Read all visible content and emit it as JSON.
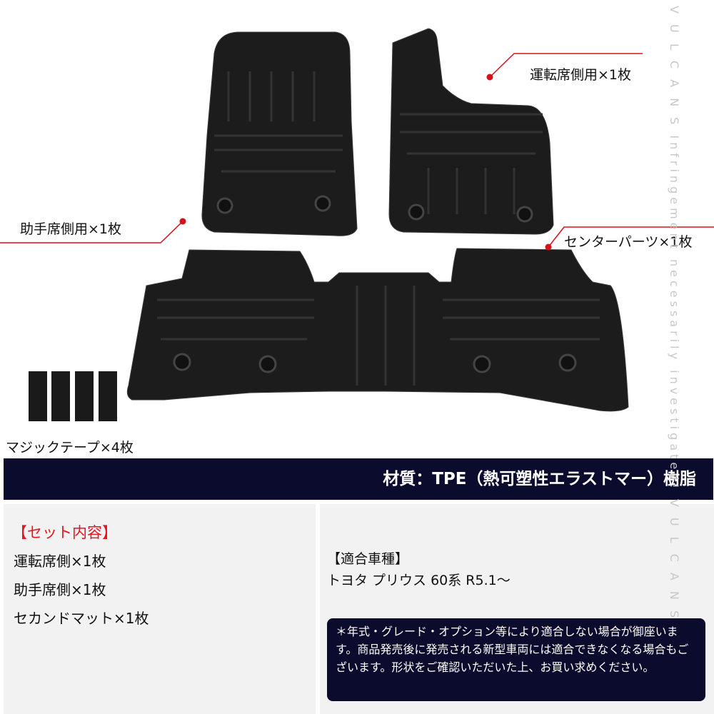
{
  "callouts": {
    "driver": "運転席側用×1枚",
    "passenger": "助手席側用×1枚",
    "center": "センターパーツ×1枚",
    "velcro": "マジックテープ×4枚"
  },
  "material": "材質：TPE（熱可塑性エラストマー）樹脂",
  "set_contents": {
    "heading": "【セット内容】",
    "items": [
      "運転席側×1枚",
      "助手席側×1枚",
      "セカンドマット×1枚"
    ]
  },
  "compatibility": {
    "heading": "【適合車種】",
    "vehicle": "トヨタ プリウス 60系 R5.1〜"
  },
  "note": "＊年式・グレード・オプション等により適合しない場合が御座います。商品発売後に発売される新型車両には適合できなくなる場合もございます。形状をご確認いただいた上、お買い求めください。",
  "watermark": "V U L C A N S Infringement necessarily investigated! V U L C A N S",
  "colors": {
    "accent": "#d8101a",
    "banner": "#0b0b2e",
    "panel": "#f2f2f2"
  }
}
